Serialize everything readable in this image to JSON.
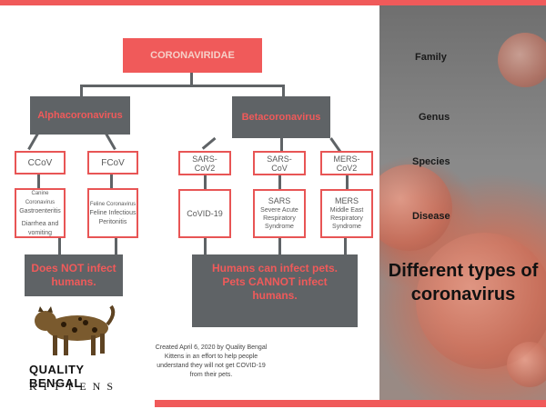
{
  "root": "CORONAVIRIDAE",
  "genera": [
    "Alphacoronavirus",
    "Betacoronavirus"
  ],
  "species": [
    "CCoV",
    "FCoV",
    "SARS-CoV2",
    "SARS-CoV",
    "MERS-CoV2"
  ],
  "diseases": [
    {
      "title": "Canine Coronavirus",
      "lines": [
        "Gastroenteritis",
        "Diarrhea and vomiting"
      ]
    },
    {
      "title": "Feline Coronavirus",
      "lines": [
        "Feline Infectious Peritonitis"
      ]
    },
    {
      "title": "",
      "lines": [
        "CoVID-19"
      ]
    },
    {
      "title": "",
      "lines": [
        "SARS",
        "Severe Acute Respiratory Syndrome"
      ]
    },
    {
      "title": "",
      "lines": [
        "MERS",
        "Middle East Respiratory Syndrome"
      ]
    }
  ],
  "notes": {
    "alpha": "Does NOT infect humans.",
    "beta": "Humans can infect pets. Pets CANNOT infect humans."
  },
  "legend": [
    "Family",
    "Genus",
    "Species",
    "Disease"
  ],
  "heading": "Different types of coronavirus",
  "credit": "Created April 6, 2020 by Quality Bengal Kittens in an effort to help people understand they will not get COVID-19 from their pets.",
  "logo": {
    "line1": "QUALITY BENGAL",
    "line2": "KITTENS"
  }
}
